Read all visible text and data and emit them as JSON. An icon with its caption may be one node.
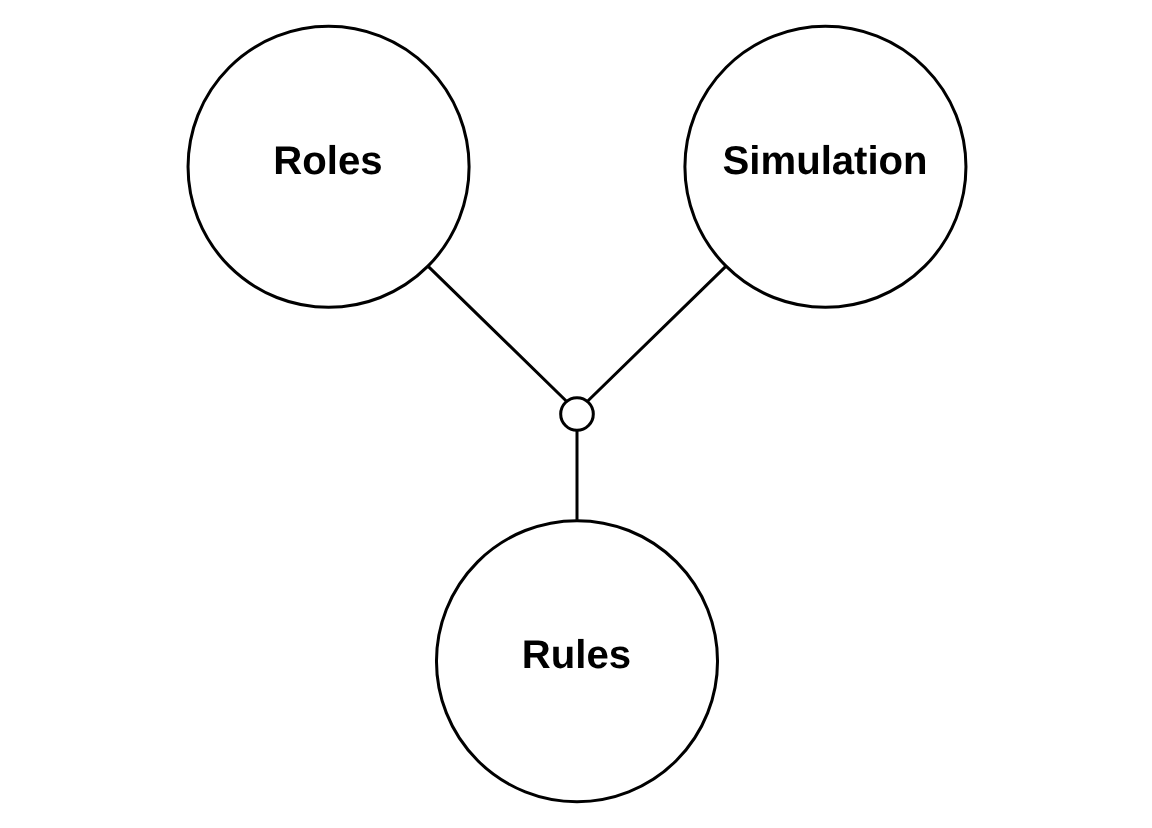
{
  "diagram": {
    "nodes": [
      {
        "text": [
          "Roles"
        ]
      },
      {
        "text": [
          "Simulation"
        ]
      },
      {
        "text": [],
        "shape": "circle"
      },
      {
        "text": [
          "Rules"
        ]
      }
    ],
    "edges": [
      {
        "from": 0,
        "to": 2,
        "arrow": "none"
      },
      {
        "from": 1,
        "to": 2,
        "arrow": "none"
      },
      {
        "from": 2,
        "to": 3,
        "arrow": "none"
      }
    ]
  }
}
